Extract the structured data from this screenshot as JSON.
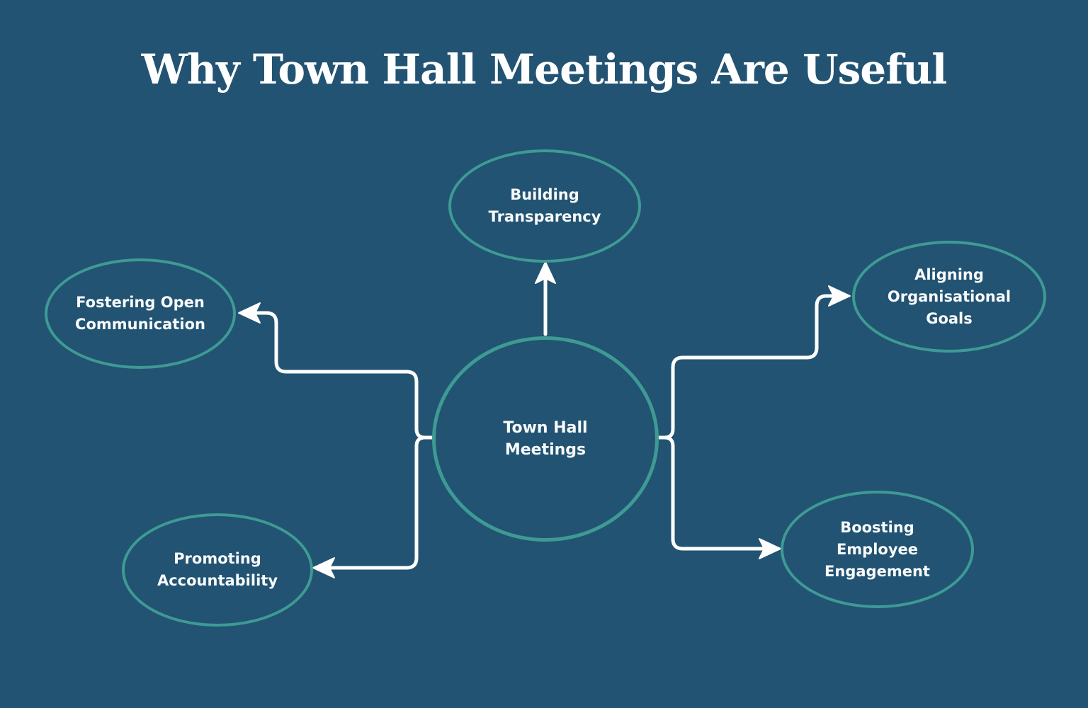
{
  "title": "Why Town Hall Meetings Are Useful",
  "colors": {
    "background": "#225372",
    "ellipse_stroke": "#3E9A94",
    "connector": "#FFFFFF",
    "text": "#F8FAFB"
  },
  "diagram": {
    "center": {
      "label": "Town Hall\nMeetings"
    },
    "nodes": [
      {
        "id": "building-transparency",
        "label": "Building\nTransparency"
      },
      {
        "id": "fostering-open-communication",
        "label": "Fostering Open\nCommunication"
      },
      {
        "id": "promoting-accountability",
        "label": "Promoting\nAccountability"
      },
      {
        "id": "aligning-organisational-goals",
        "label": "Aligning\nOrganisational\nGoals"
      },
      {
        "id": "boosting-employee-engagement",
        "label": "Boosting\nEmployee\nEngagement"
      }
    ]
  }
}
